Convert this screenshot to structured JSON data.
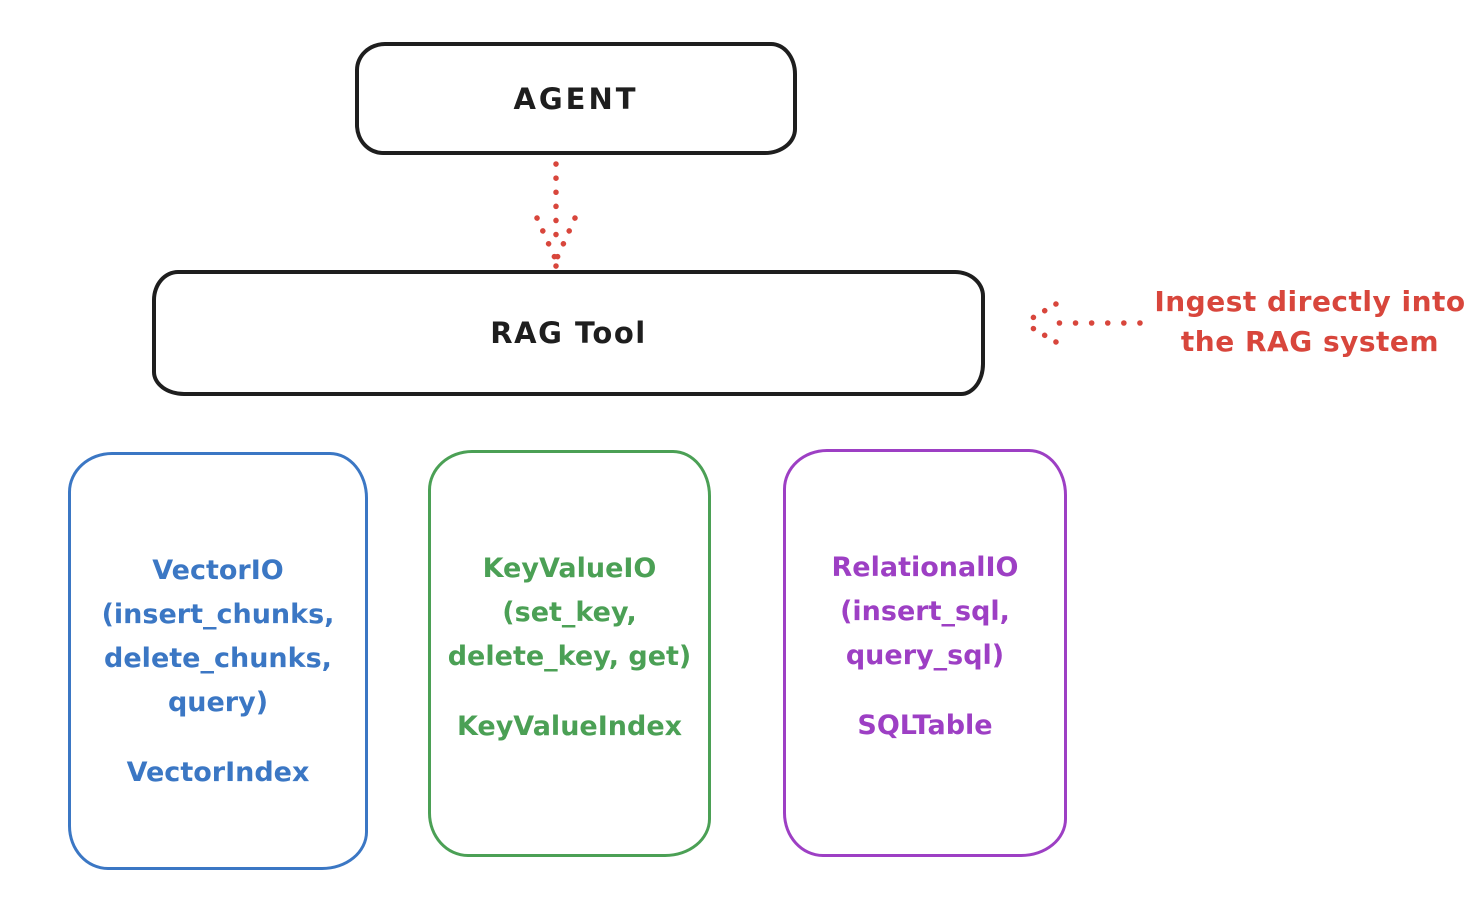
{
  "colors": {
    "background": "#ffffff",
    "ink": "#1e1e1e",
    "red": "#d8463c",
    "blue": "#3b77c4",
    "green": "#4ba055",
    "purple": "#9d3fc4"
  },
  "agent_box": {
    "label": "AGENT"
  },
  "rag_box": {
    "label": "RAG Tool"
  },
  "annotation": {
    "line1": "Ingest directly into",
    "line2": "the RAG system"
  },
  "io_boxes": [
    {
      "name": "vector-io",
      "color": "#3b77c4",
      "lines": [
        "VectorIO",
        "(insert_chunks,",
        "delete_chunks,",
        "query)"
      ],
      "footer": "VectorIndex"
    },
    {
      "name": "keyvalue-io",
      "color": "#4ba055",
      "lines": [
        "KeyValueIO",
        "(set_key,",
        "delete_key, get)"
      ],
      "footer": "KeyValueIndex"
    },
    {
      "name": "relational-io",
      "color": "#9d3fc4",
      "lines": [
        "RelationalIO",
        "(insert_sql,",
        "query_sql)"
      ],
      "footer": "SQLTable"
    }
  ]
}
